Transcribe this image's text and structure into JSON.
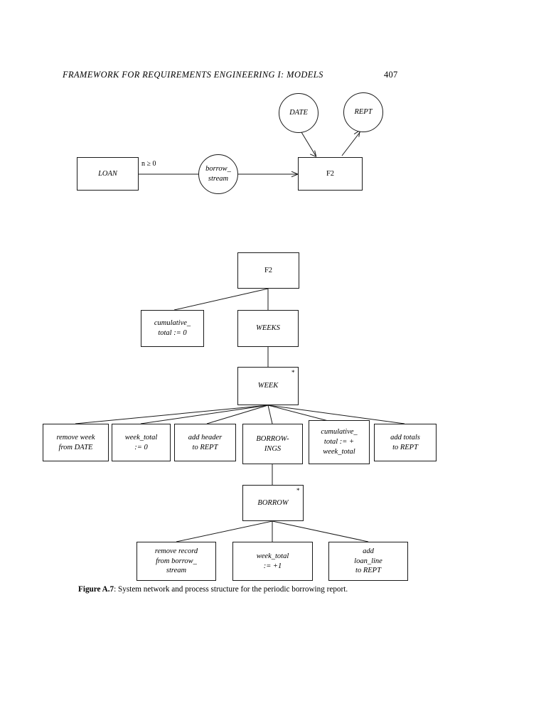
{
  "page": {
    "running_head": "FRAMEWORK FOR REQUIREMENTS ENGINEERING I: MODELS",
    "page_number": "407"
  },
  "caption": {
    "label": "Figure A.7",
    "separator": ":",
    "text": "System network and process structure for the periodic borrowing report."
  },
  "system_network": {
    "nodes": {
      "loan": "LOAN",
      "borrow_stream_line1": "borrow_",
      "borrow_stream_line2": "stream",
      "date": "DATE",
      "rept": "REPT",
      "f2": "F2"
    },
    "edge_label": "n ≥ 0"
  },
  "process_structure": {
    "root": "F2",
    "level1": {
      "cumulative_total_line1": "cumulative_",
      "cumulative_total_line2": "total := 0",
      "weeks": "WEEKS"
    },
    "week": {
      "label": "WEEK",
      "iteration_mark": "*"
    },
    "week_children": [
      {
        "line1": "remove week",
        "line2": "from DATE",
        "line3": ""
      },
      {
        "line1": "week_total",
        "line2": ":= 0",
        "line3": ""
      },
      {
        "line1": "add header",
        "line2": "to REPT",
        "line3": ""
      },
      {
        "line1": "BORROW-",
        "line2": "INGS",
        "line3": ""
      },
      {
        "line1": "cumulative_",
        "line2": "total := +",
        "line3": "week_total"
      },
      {
        "line1": "add totals",
        "line2": "to REPT",
        "line3": ""
      }
    ],
    "borrow": {
      "label": "BORROW",
      "iteration_mark": "*"
    },
    "borrow_children": [
      {
        "line1": "remove record",
        "line2": "from borrow_",
        "line3": "stream"
      },
      {
        "line1": "week_total",
        "line2": ":= +1",
        "line3": ""
      },
      {
        "line1": "add",
        "line2": "loan_line",
        "line3": "to REPT"
      }
    ]
  }
}
